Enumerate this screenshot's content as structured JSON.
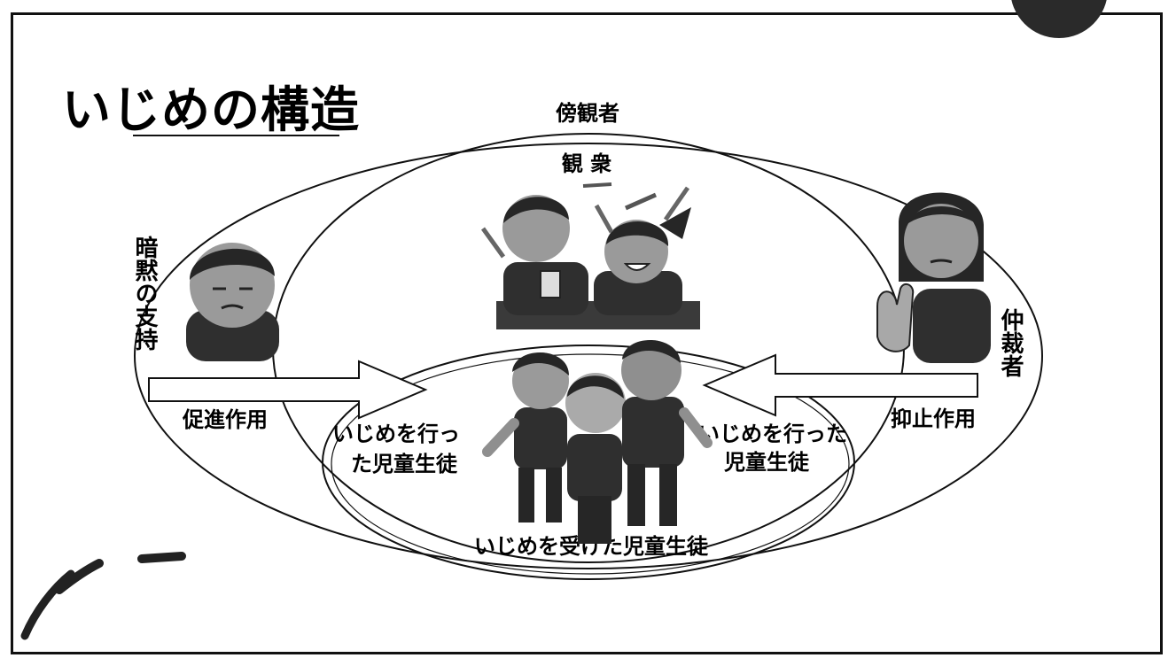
{
  "slide": {
    "title": "いじめの構造"
  },
  "diagram": {
    "outer_ellipse_label": "傍観者",
    "middle_ellipse_label": "観 衆",
    "inner_bottom_label": "いじめを受けた児童生徒",
    "left_vertical_label": "暗黙の支持",
    "right_vertical_label": "仲裁者",
    "left_arrow_label": "促進作用",
    "right_arrow_label": "抑止作用",
    "left_inner_label_line1": "いじめを行っ",
    "left_inner_label_line2": "た児童生徒",
    "right_inner_label_line1": "いじめを行った",
    "right_inner_label_line2": "児童生徒"
  },
  "colors": {
    "line": "#111111",
    "figure_gray": "#8a8a8a",
    "dark_gray": "#3a3a3a",
    "background": "#ffffff"
  }
}
